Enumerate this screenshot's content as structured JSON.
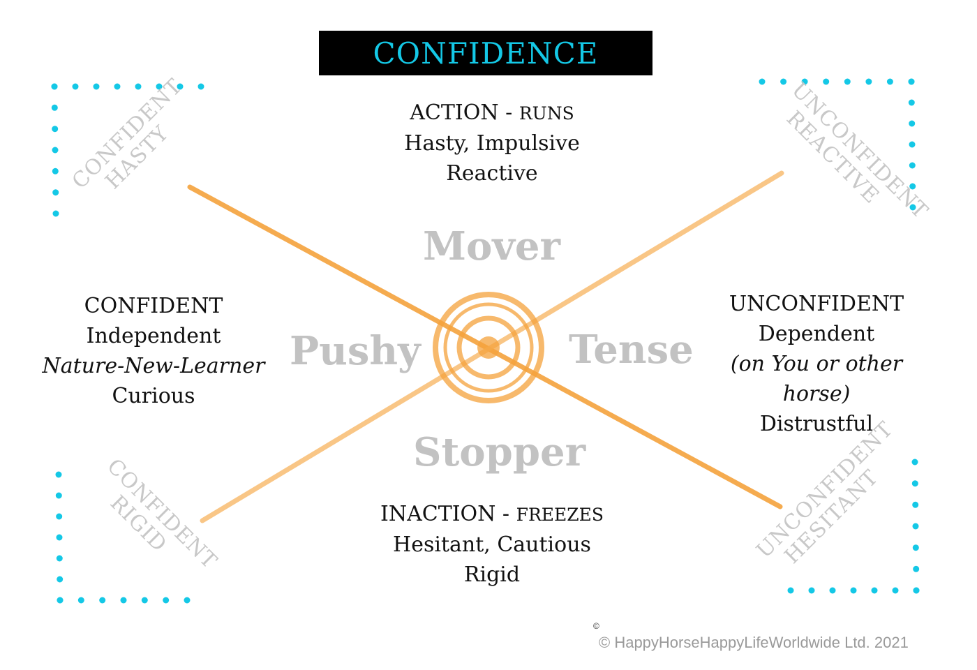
{
  "title": "CONFIDENCE",
  "top_block": {
    "line1_main": "ACTION - ",
    "line1_small": "RUNS",
    "line2": "Hasty, Impulsive",
    "line3": "Reactive"
  },
  "bottom_block": {
    "line1_main": "INACTION - ",
    "line1_small": "FREEZES",
    "line2": "Hesitant, Cautious",
    "line3": "Rigid"
  },
  "left_block": {
    "line1": "CONFIDENT",
    "line2": "Independent",
    "line3": "Nature-New-Learner",
    "line4": "Curious"
  },
  "right_block": {
    "line1": "UNCONFIDENT",
    "line2": "Dependent",
    "line3": "(on You or other horse)",
    "line4": "Distrustful"
  },
  "axis_labels": {
    "top": "Mover",
    "bottom": "Stopper",
    "left": "Pushy",
    "right": "Tense"
  },
  "corners": {
    "top_left": {
      "line1": "CONFIDENT",
      "line2": "HASTY"
    },
    "top_right": {
      "line1": "UNCONFIDENT",
      "line2": "REACTIVE"
    },
    "bottom_left": {
      "line1": "CONFIDENT",
      "line2": "RIGID"
    },
    "bottom_right": {
      "line1": "UNCONFIDENT",
      "line2": "HESITANT"
    }
  },
  "copyright": "© HappyHorseHappyLifeWorldwide Ltd. 2021",
  "small_mark": "©",
  "colors": {
    "accent_cyan": "#14c8e6",
    "line_orange": "#f5a23c",
    "line_orange_light": "#f8bd72",
    "faded_gray": "#c2c2c2"
  }
}
